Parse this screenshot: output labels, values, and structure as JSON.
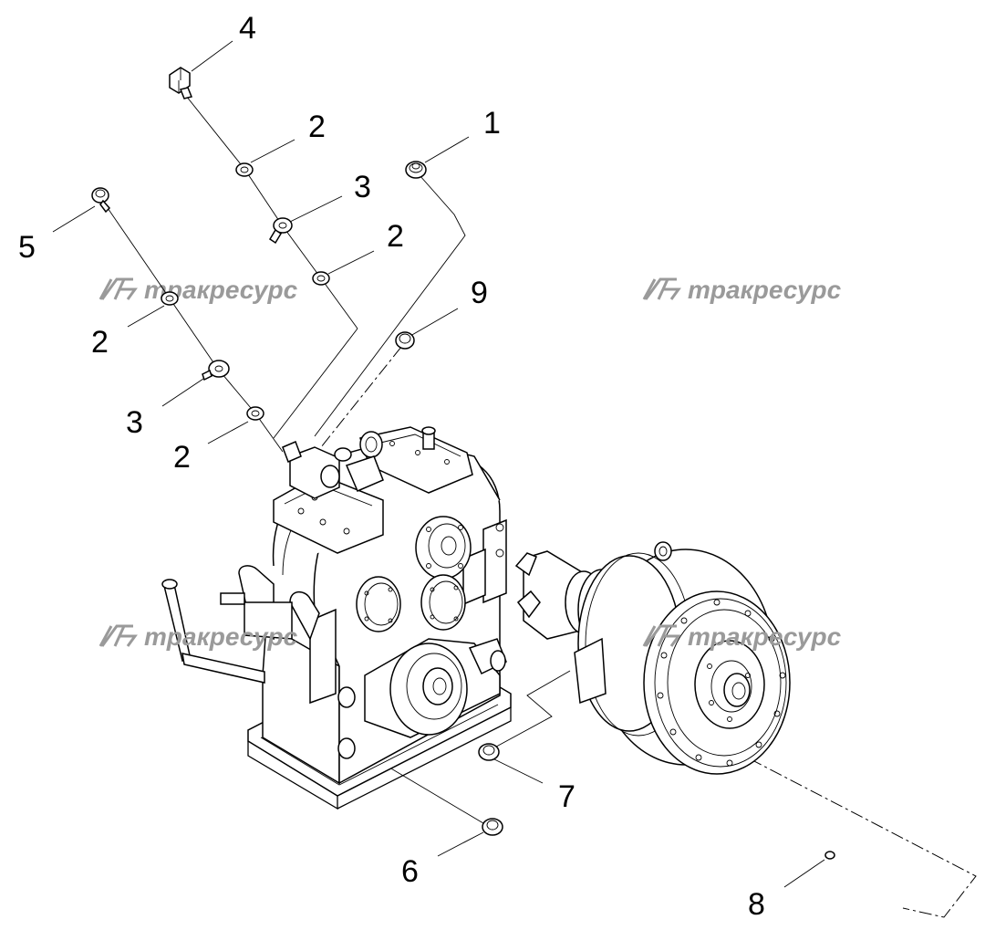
{
  "watermark": {
    "text": "тракресурс",
    "color": "#9a9a9a"
  },
  "callouts": [
    {
      "id": "c1",
      "label": "1"
    },
    {
      "id": "c2a",
      "label": "2"
    },
    {
      "id": "c2b",
      "label": "2"
    },
    {
      "id": "c2c",
      "label": "2"
    },
    {
      "id": "c2d",
      "label": "2"
    },
    {
      "id": "c3a",
      "label": "3"
    },
    {
      "id": "c3b",
      "label": "3"
    },
    {
      "id": "c4",
      "label": "4"
    },
    {
      "id": "c5",
      "label": "5"
    },
    {
      "id": "c6",
      "label": "6"
    },
    {
      "id": "c7",
      "label": "7"
    },
    {
      "id": "c8",
      "label": "8"
    },
    {
      "id": "c9",
      "label": "9"
    }
  ]
}
